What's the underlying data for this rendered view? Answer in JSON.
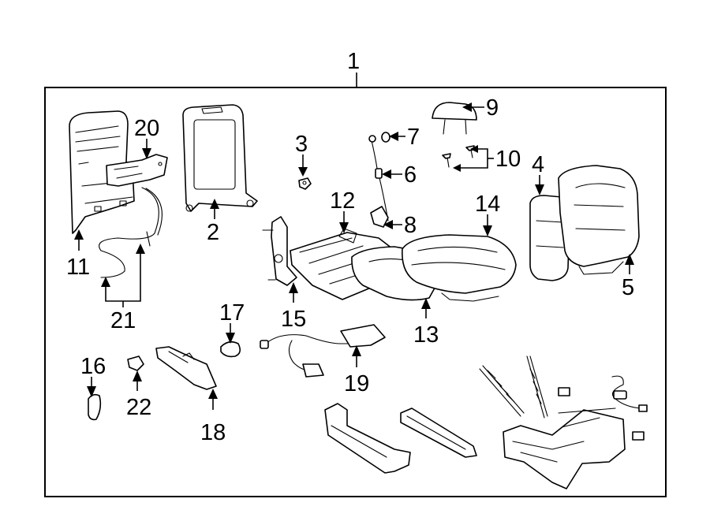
{
  "diagram": {
    "background": "#ffffff",
    "line_color": "#000000",
    "assembly_label": "1",
    "callouts": [
      {
        "id": "c2",
        "label": "2"
      },
      {
        "id": "c3",
        "label": "3"
      },
      {
        "id": "c4",
        "label": "4"
      },
      {
        "id": "c5",
        "label": "5"
      },
      {
        "id": "c6",
        "label": "6"
      },
      {
        "id": "c7",
        "label": "7"
      },
      {
        "id": "c8",
        "label": "8"
      },
      {
        "id": "c9",
        "label": "9"
      },
      {
        "id": "c10",
        "label": "10"
      },
      {
        "id": "c11",
        "label": "11"
      },
      {
        "id": "c12",
        "label": "12"
      },
      {
        "id": "c13",
        "label": "13"
      },
      {
        "id": "c14",
        "label": "14"
      },
      {
        "id": "c15",
        "label": "15"
      },
      {
        "id": "c16",
        "label": "16"
      },
      {
        "id": "c17",
        "label": "17"
      },
      {
        "id": "c18",
        "label": "18"
      },
      {
        "id": "c19",
        "label": "19"
      },
      {
        "id": "c20",
        "label": "20"
      },
      {
        "id": "c21",
        "label": "21"
      },
      {
        "id": "c22",
        "label": "22"
      }
    ]
  }
}
